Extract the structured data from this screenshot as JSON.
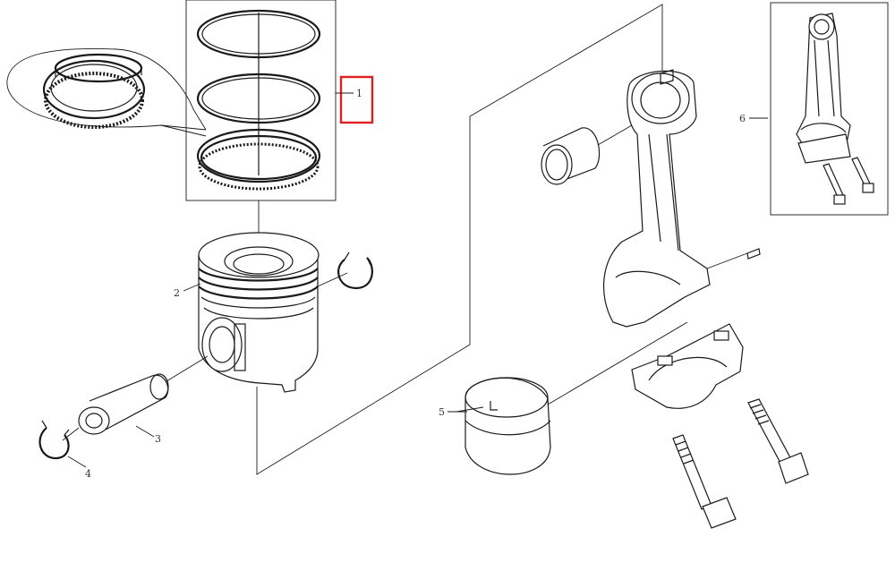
{
  "callouts": {
    "c1": "1",
    "c2": "2",
    "c3": "3",
    "c4": "4",
    "c5": "5",
    "c6": "6"
  },
  "colors": {
    "line": "#1a1a1a",
    "highlight": "#e02020",
    "background": "#ffffff"
  }
}
